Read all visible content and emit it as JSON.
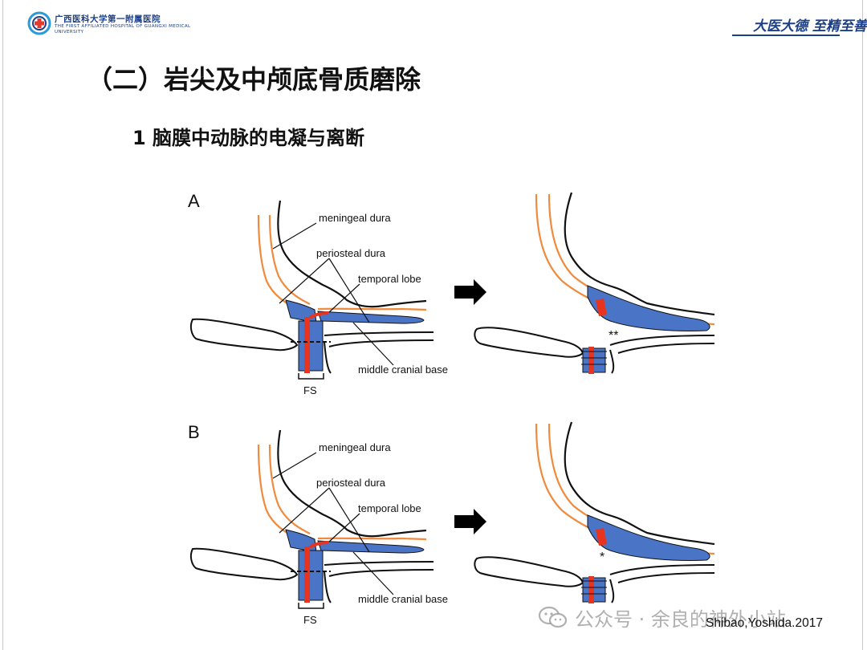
{
  "header": {
    "hospital_cn": "广西医科大学第一附属医院",
    "hospital_en": "THE FIRST AFFILIATED HOSPITAL OF GUANGXI MEDICAL UNIVERSITY",
    "motto": "大医大德 至精至善",
    "logo_icon": "hospital-cross-emblem",
    "brand_color": "#1b3f8a"
  },
  "slide": {
    "title": "（二）岩尖及中颅底骨质磨除",
    "subtitle": "1 脑膜中动脉的电凝与离断"
  },
  "figure": {
    "panels": [
      {
        "letter": "A",
        "labels": {
          "meningeal": "meningeal dura",
          "periosteal": "periosteal dura",
          "temporal": "temporal lobe",
          "middle": "middle cranial base",
          "fs": "FS"
        },
        "marker": "**"
      },
      {
        "letter": "B",
        "labels": {
          "meningeal": "meningeal dura",
          "periosteal": "periosteal dura",
          "temporal": "temporal lobe",
          "middle": "middle cranial base",
          "fs": "FS"
        },
        "marker": "*"
      }
    ],
    "colors": {
      "artery": "#e8341f",
      "vein": "#4a74c6",
      "dura": "#f08a3c",
      "outline": "#111111"
    }
  },
  "citation": "Shibao,Yoshida.2017",
  "watermark": {
    "icon": "wechat-icon",
    "text": "公众号 · 余良的神外小站"
  }
}
